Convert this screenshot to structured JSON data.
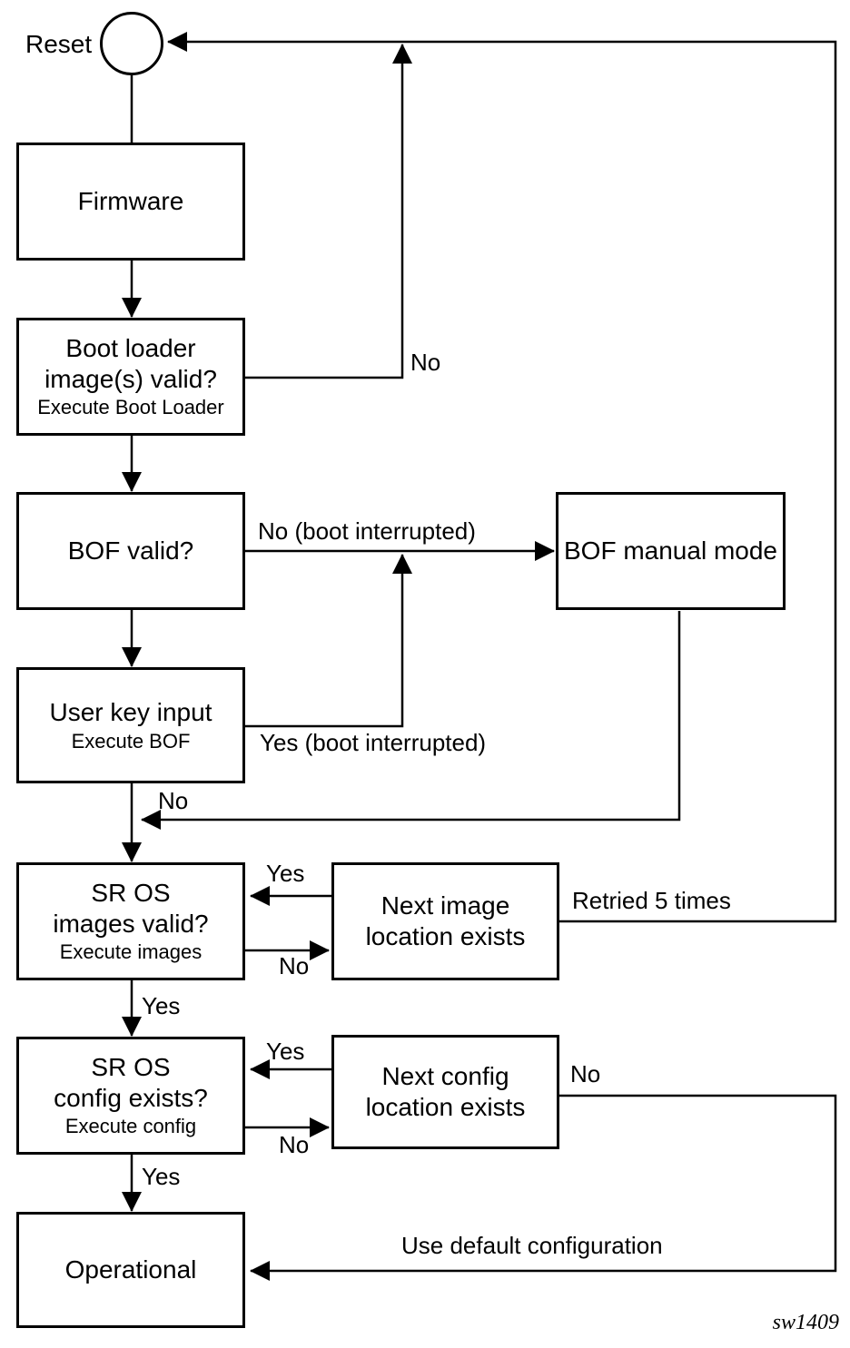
{
  "nodes": {
    "reset": {
      "label": "Reset"
    },
    "firmware": {
      "label": "Firmware"
    },
    "boot_loader": {
      "title_line1": "Boot loader",
      "title_line2": "image(s) valid?",
      "subtitle": "Execute Boot Loader"
    },
    "bof_valid": {
      "label": "BOF valid?"
    },
    "bof_manual_mode": {
      "label": "BOF manual mode"
    },
    "user_key_input": {
      "title_line1": "User key input",
      "subtitle": "Execute BOF"
    },
    "sr_os_images": {
      "title_line1": "SR OS",
      "title_line2": "images valid?",
      "subtitle": "Execute images"
    },
    "next_image": {
      "title_line1": "Next image",
      "title_line2": "location exists"
    },
    "sr_os_config": {
      "title_line1": "SR OS",
      "title_line2": "config exists?",
      "subtitle": "Execute config"
    },
    "next_config": {
      "title_line1": "Next config",
      "title_line2": "location exists"
    },
    "operational": {
      "label": "Operational"
    }
  },
  "edge_labels": {
    "boot_loader_no": "No",
    "bof_valid_no": "No (boot interrupted)",
    "user_key_yes": "Yes (boot interrupted)",
    "user_key_no": "No",
    "images_yes_in": "Yes",
    "images_no_out": "No",
    "images_yes_down": "Yes",
    "retried": "Retried 5 times",
    "config_yes_in": "Yes",
    "config_no_out": "No",
    "config_yes_down": "Yes",
    "next_config_no": "No",
    "use_default": "Use default configuration"
  },
  "caption": "sw1409"
}
